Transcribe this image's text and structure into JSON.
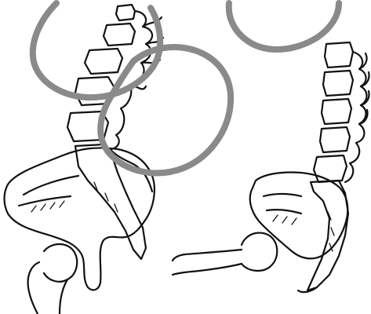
{
  "colors": {
    "background": "#ffffff",
    "ink": "#111111",
    "annotation_stroke": "#8a8a8a"
  },
  "annotations": [
    {
      "shape": "ellipse",
      "color": "#8a8a8a"
    },
    {
      "shape": "ellipse",
      "color": "#8a8a8a"
    },
    {
      "shape": "ellipse",
      "color": "#8a8a8a"
    }
  ]
}
